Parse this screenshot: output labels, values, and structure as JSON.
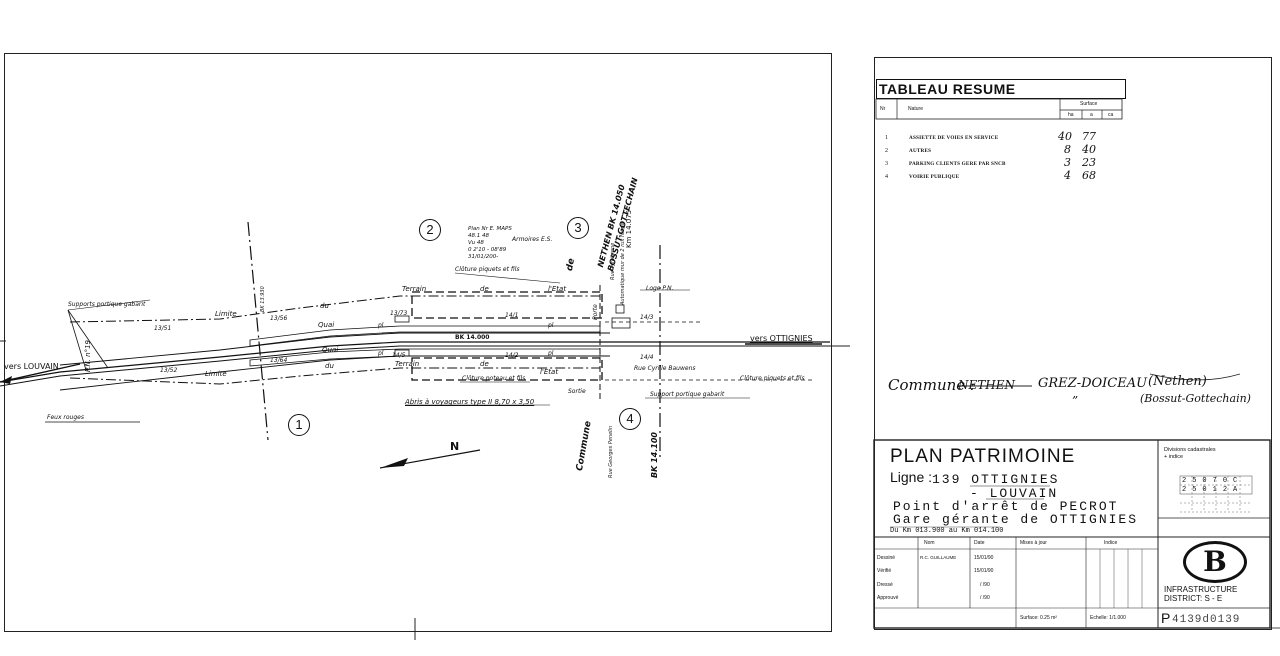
{
  "drawing": {
    "callouts": [
      "1",
      "2",
      "3",
      "4"
    ],
    "labels": {
      "supports_gabarit": "Supports portique gabarit",
      "limite_left": "Limite",
      "limite_bottom": "Limite",
      "vers_louvain": "vers LOUVAIN",
      "vers_ottignies": "vers OTTIGNIES",
      "pn": "P.N. n°19",
      "feux_rouges": "Feux rouges",
      "quai_top": "Quai",
      "quai_bottom": "Quai",
      "du_top": "du",
      "du_bottom": "du",
      "terrain_top": "Terrain",
      "terrain_bottom": "Terrain",
      "de_top": "de",
      "lets_top": "l'Etat",
      "lets_bottom": "l'Etat",
      "de_bottom": "de",
      "cloture_piquets": "Clôture piquets et fils",
      "cloture_poteau": "Clôture poteau et fils",
      "cloture_piquets_right": "Clôture piquets et fils",
      "abris": "Abris à voyageurs type II  8,70 x 3,50",
      "bk_main": "BK 14.000",
      "bk_100": "BK 14.100",
      "armoires": "Armoires E.S.",
      "loge_pn": "Loge P.N.",
      "rue_cyrille": "Rue Cyrille Bauwens",
      "support_gabarit": "Support portique gabarit",
      "sortie": "Sortie",
      "porte": "Porte",
      "rue_georges": "Rue Georges Penelin",
      "rue_tyrol": "Rue Tyrolienne",
      "mur": "Automatique mur de 2 rux rouge",
      "nethen_top": "NETHEN BK 14.050",
      "bossut": "BOSSUT-GOTTECHAIN",
      "km_top": "Km 14.075",
      "commune_bottom": "Commune",
      "de_commune": "de",
      "north": "N",
      "bk_left": "BK 13.930",
      "stamp_lines": [
        "Plan Nr E. MAPS",
        "48.1  48",
        "Vu 48",
        "0 2'10 - 08'89",
        "31/01/200-"
      ],
      "dims": [
        "13/51",
        "13/52",
        "13/56",
        "13/64",
        "14/1",
        "14/2",
        "13/73",
        "14/3",
        "14/4",
        "14/5"
      ],
      "plate": "pl"
    }
  },
  "summary": {
    "title": "TABLEAU  RESUME",
    "headers": {
      "nr": "Nr",
      "nature": "Nature",
      "surface": "Surface",
      "ha": "ha",
      "a": "a",
      "ca": "ca"
    },
    "rows": [
      {
        "nr": "1",
        "nature": "ASSIETTE DE VOIES EN SERVICE",
        "a": "40",
        "ca": "77"
      },
      {
        "nr": "2",
        "nature": "AUTRES",
        "a": "8",
        "ca": "40"
      },
      {
        "nr": "3",
        "nature": "PARKING CLIENTS GERE PAR SNCB",
        "a": "3",
        "ca": "23"
      },
      {
        "nr": "4",
        "nature": "VOIRIE PUBLIQUE",
        "a": "4",
        "ca": "68"
      }
    ],
    "commune_line": "Commune : ",
    "commune_struck": "NETHEN",
    "commune_name": "GREZ-DOICEAU",
    "commune_note": "(Nethen)",
    "commune_note2": "(Bossut-Gottechain)",
    "commune_mark": "”"
  },
  "cartouche": {
    "title": "PLAN  PATRIMOINE",
    "ligne_label": "Ligne :",
    "ligne_line1": "139  OTTIGNIES",
    "ligne_line2": "- LOUVAIN",
    "line3": "Point d'arrêt de PECROT",
    "line4": "Gare gérante de OTTIGNIES",
    "km_range": "Du Km 013.900 au Km 014.100",
    "divisions_label": "Divisions cadastrales\n+ indice",
    "cad_row1": [
      "2",
      "5",
      "0",
      "7",
      "0",
      "C"
    ],
    "cad_row2": [
      "2",
      "5",
      "0",
      "1",
      "2",
      "A"
    ],
    "table": {
      "nom": "Nom",
      "date": "Date",
      "mises": "Mises à jour",
      "indice": "Indice",
      "rows": [
        {
          "role": "Dessiné",
          "nom": "R.C. GUILLAUME",
          "date": "15/01/90"
        },
        {
          "role": "Vérifié",
          "nom": "",
          "date": "15/01/90"
        },
        {
          "role": "Dressé",
          "nom": "",
          "date": "/ /90"
        },
        {
          "role": "Approuvé",
          "nom": "",
          "date": "/ /90"
        }
      ],
      "surface": "Surface: 0.25 m²",
      "echelle": "Echelle: 1/1.000"
    },
    "logo_letter": "B",
    "infra_line1": "INFRASTRUCTURE",
    "infra_line2": "DISTRICT: S - E",
    "ref_prefix": "P",
    "ref_number": "4139d0139"
  }
}
